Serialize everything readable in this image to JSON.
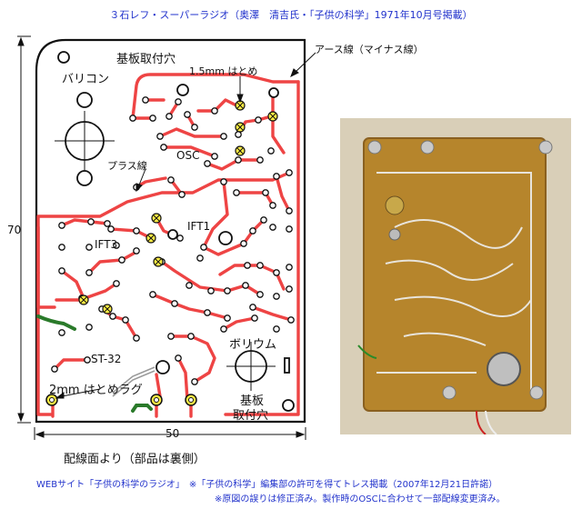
{
  "title": "３石レフ・スーパーラジオ（奥澤　清吉氏・「子供の科学」1971年10月号掲載）",
  "labels": {
    "kiban_hole_top": "基板取付穴",
    "eyelet_15": "1.5mm はとめ",
    "earth_line": "アース線（マイナス線）",
    "varicon": "バリコン",
    "osc": "OSC",
    "plus_line": "プラス線",
    "ift1": "IFT1",
    "ift3": "IFT3",
    "volume": "ボリウム",
    "st32": "ST-32",
    "eyelet_lug": "2mm はとめラグ",
    "kiban_hole_bottom_1": "基板",
    "kiban_hole_bottom_2": "取付穴"
  },
  "dimensions": {
    "height": "70",
    "width": "50"
  },
  "caption": "配線面より（部品は裏側）",
  "footer": {
    "line1": "WEBサイト「子供の科学のラジオ」　※「子供の科学」編集部の許可を得てトレス掲載（2007年12月21日許諾）",
    "line2": "※原図の誤りは修正済み。製作時のOSCに合わせて一部配線変更済み。"
  },
  "colors": {
    "trace": "#ee4444",
    "jumper": "#2a7a2a",
    "eyelet": "#ffee44",
    "text_blue": "#2233cc"
  }
}
